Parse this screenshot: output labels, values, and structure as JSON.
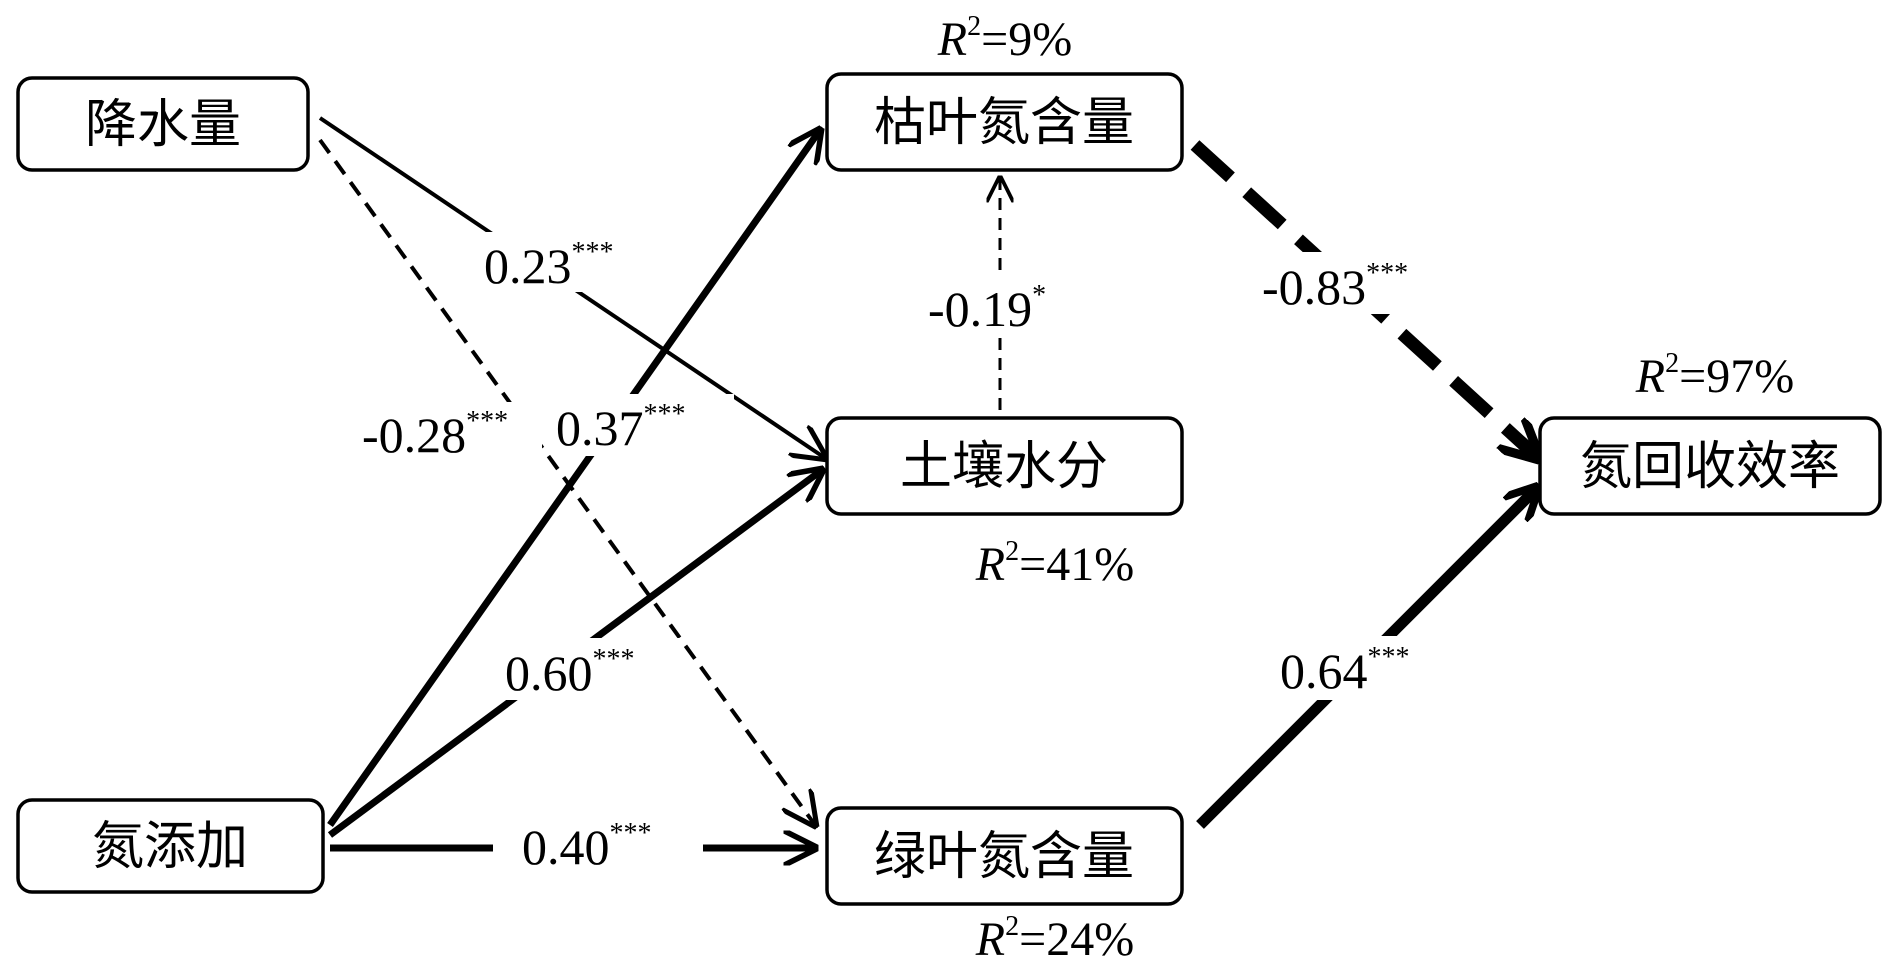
{
  "nodes": {
    "precipitation": "降水量",
    "n_addition": "氮添加",
    "litter_n": "枯叶氮含量",
    "soil_moisture": "土壤水分",
    "green_n": "绿叶氮含量",
    "n_resorption": "氮回收效率"
  },
  "r2": {
    "prefix": "R",
    "power": "2",
    "litter_n": "=9%",
    "soil_moisture": "=41%",
    "green_n": "=24%",
    "n_resorption": "=97%"
  },
  "paths": {
    "precip_soil": {
      "value": "0.23",
      "sig": "***"
    },
    "precip_green": {
      "value": "-0.28",
      "sig": "***"
    },
    "nadd_litter": {
      "value": "0.37",
      "sig": "***"
    },
    "nadd_soil": {
      "value": "0.60",
      "sig": "***"
    },
    "nadd_green": {
      "value": "0.40",
      "sig": "***"
    },
    "soil_litter": {
      "value": "-0.19",
      "sig": "*"
    },
    "litter_resorp": {
      "value": "-0.83",
      "sig": "***"
    },
    "green_resorp": {
      "value": "0.64",
      "sig": "***"
    }
  }
}
